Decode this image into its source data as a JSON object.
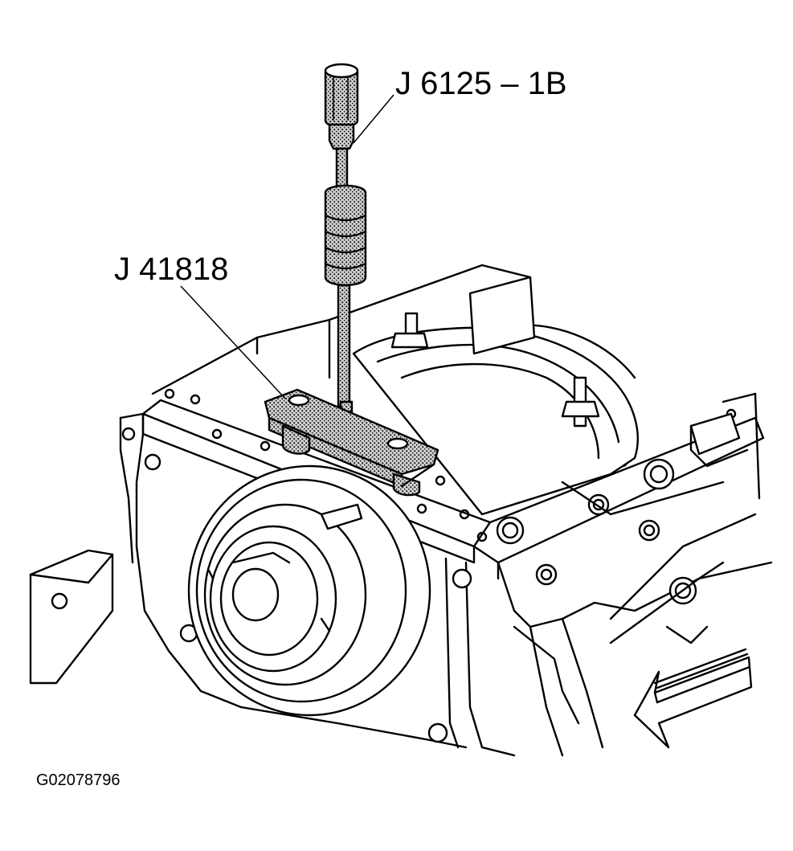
{
  "labels": {
    "slide_hammer": "J 6125 – 1B",
    "remover": "J 41818",
    "figure_id": "G02078796"
  },
  "colors": {
    "ink": "#000000",
    "paper": "#ffffff"
  },
  "icons": {
    "view_direction": "arrow-icon"
  }
}
